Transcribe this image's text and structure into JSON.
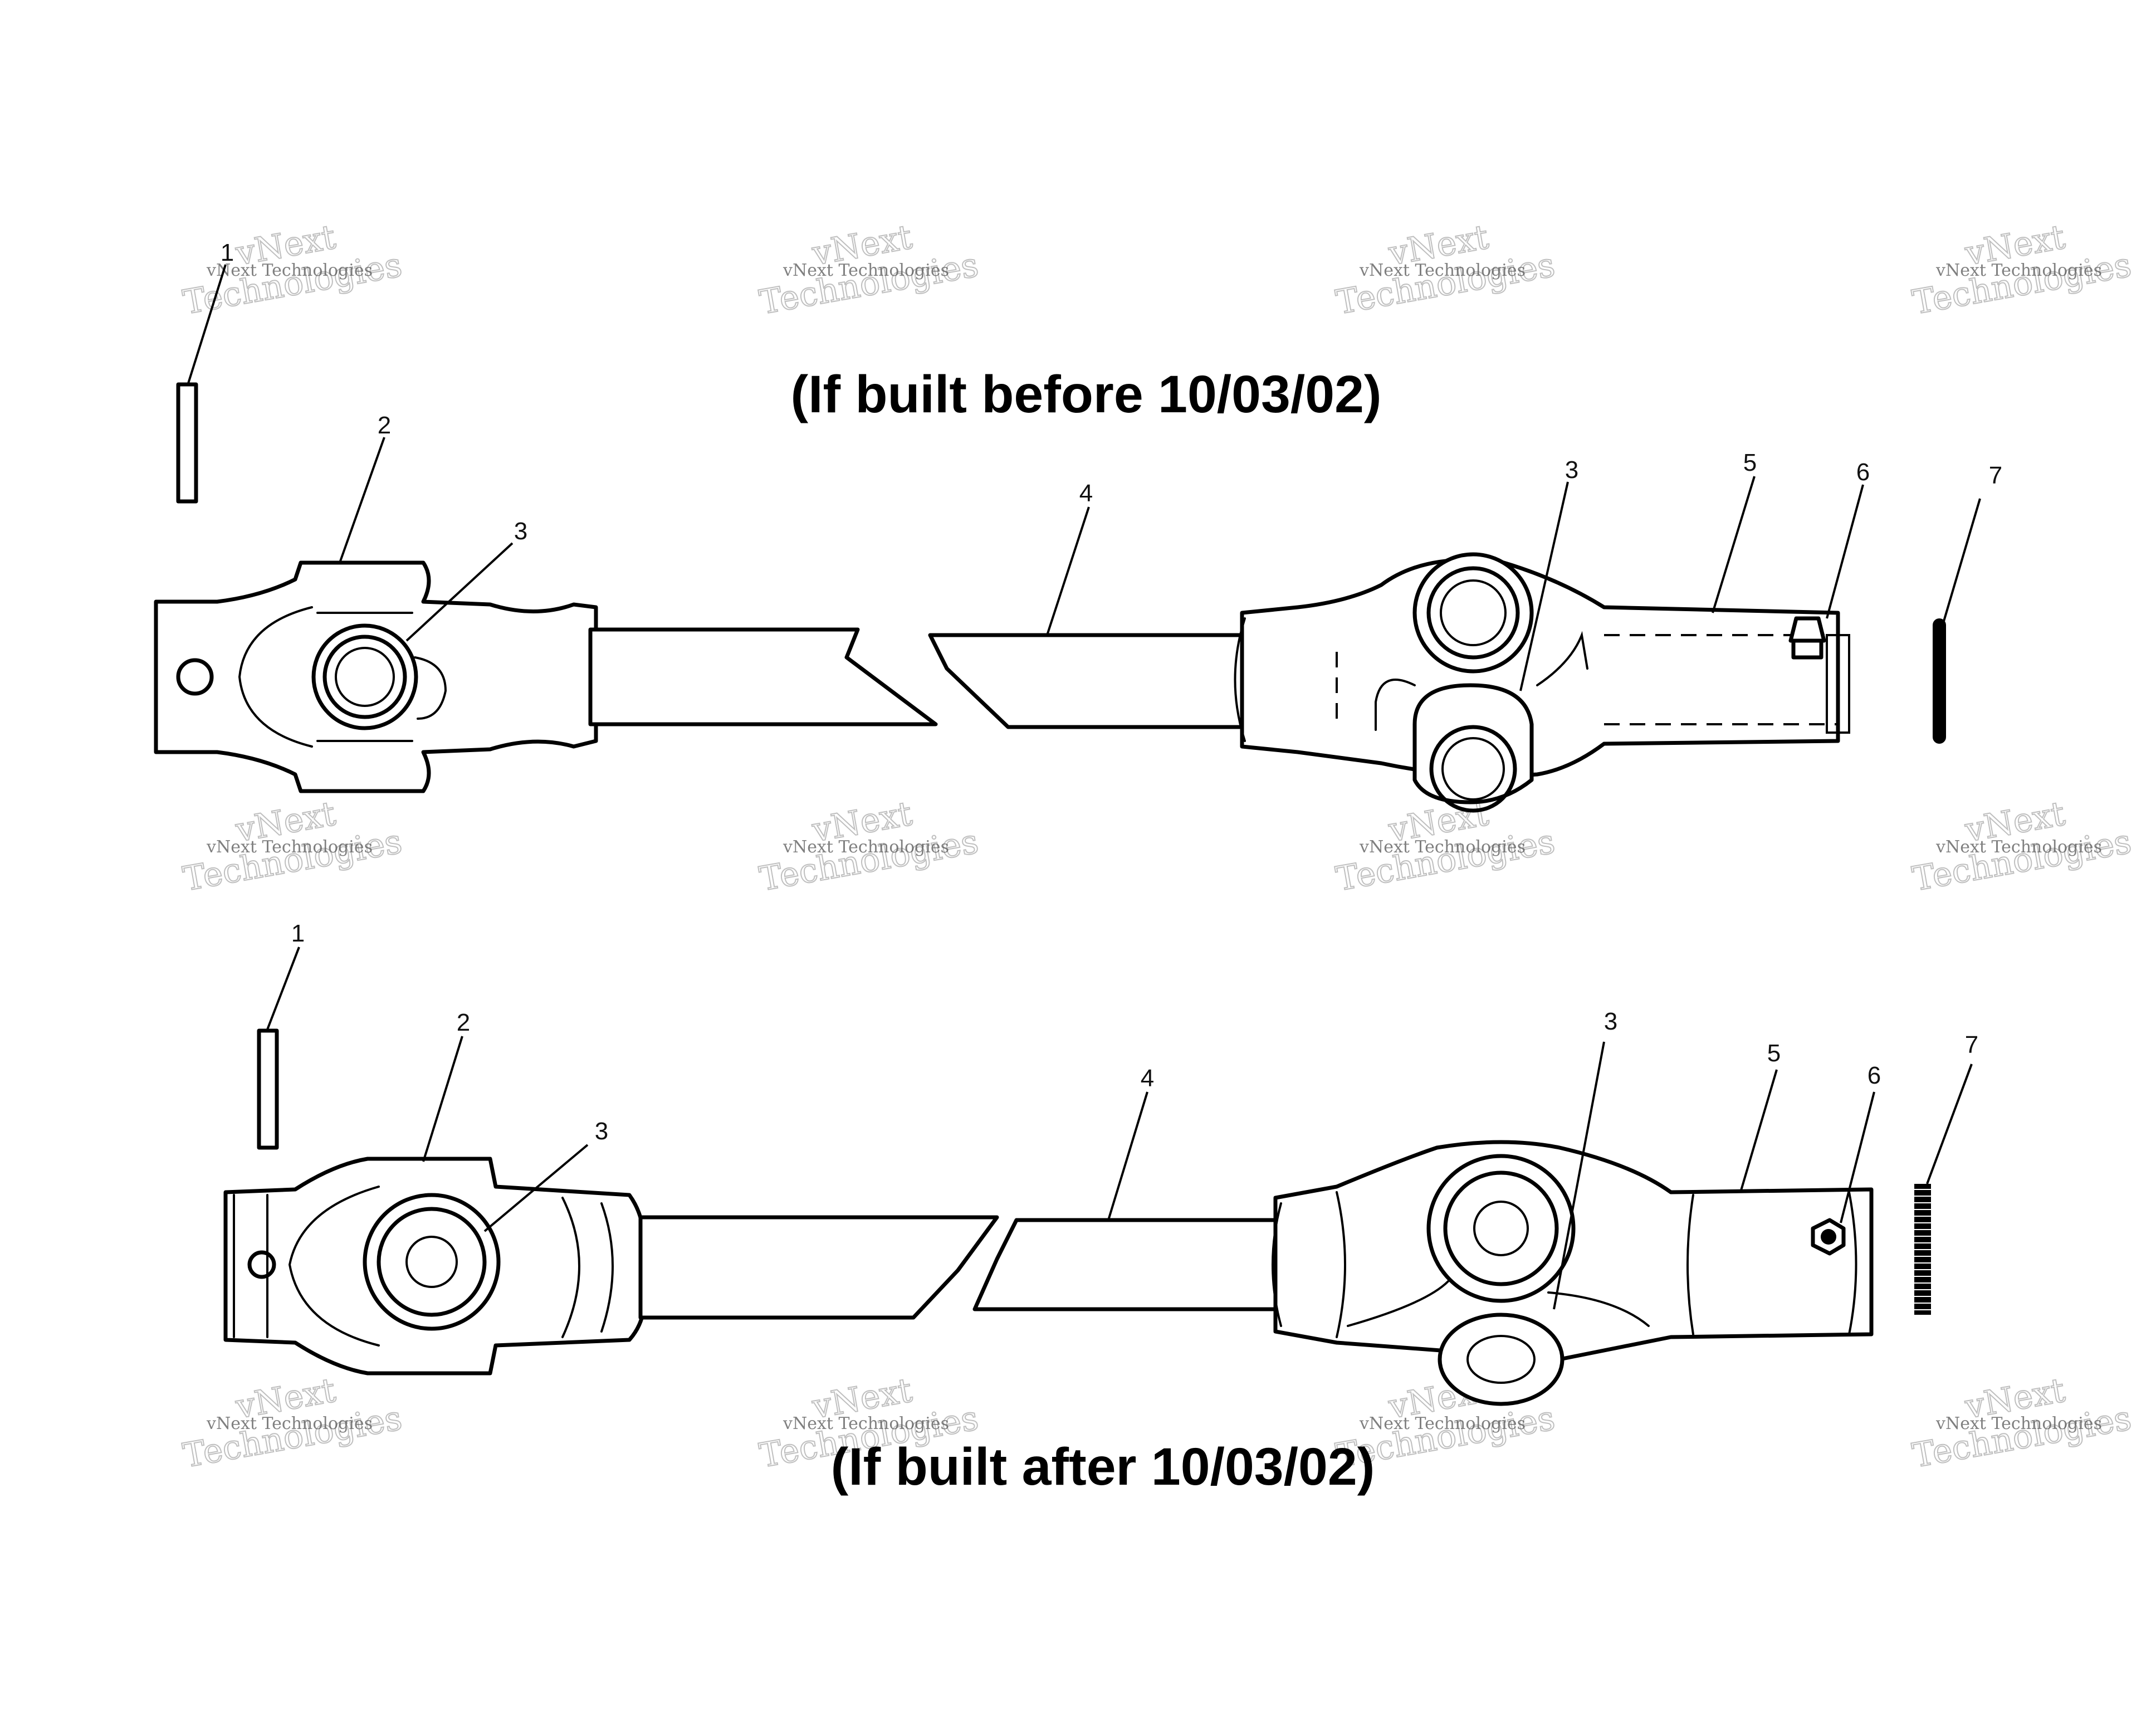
{
  "titles": {
    "before": "(If built before 10/03/02)",
    "after": "(If built after 10/03/02)"
  },
  "watermark": {
    "line1": "vNext Technologies",
    "line2": "vNext",
    "line3": "Technologies"
  },
  "assemblies": [
    {
      "id": "before",
      "callouts": [
        "1",
        "2",
        "3",
        "4",
        "3",
        "5",
        "6",
        "7"
      ]
    },
    {
      "id": "after",
      "callouts": [
        "1",
        "2",
        "3",
        "4",
        "3",
        "5",
        "6",
        "7"
      ]
    }
  ]
}
